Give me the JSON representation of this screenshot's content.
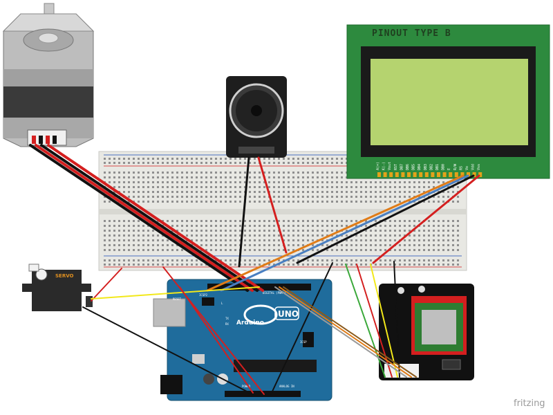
{
  "lcd": {
    "title": "PINOUT TYPE B",
    "pins": [
      "A(+)",
      "K(-)",
      "Vout",
      "RST",
      "DB7",
      "DB6",
      "DB5",
      "DB4",
      "DB3",
      "DB2",
      "DB1",
      "DB0",
      "E",
      "R/W",
      "RS",
      "Vo",
      "Vdd",
      "Vss"
    ]
  },
  "arduino": {
    "brand": "Arduino",
    "model": "UNO",
    "labels": [
      "RESET",
      "ICSP2",
      "TX",
      "RX",
      "DIGITAL (PWM~)",
      "ICSP",
      "POWER",
      "ANALOG IN",
      "L"
    ]
  },
  "servo": {
    "label": "SERVO"
  },
  "watermark": "fritzing",
  "colors": {
    "breadboard": "#e8e8e3",
    "lcd_board": "#2d8a3e",
    "lcd_screen": "#b5d36f",
    "arduino": "#1f6c9c",
    "wire_red": "#d41f1f",
    "wire_black": "#111111",
    "wire_yellow": "#f2e81a",
    "wire_orange": "#e07c18",
    "wire_blue": "#4a7fc1",
    "wire_green": "#3aa83a",
    "wire_grey": "#9a9a9a",
    "wire_brown": "#8a5a1c"
  }
}
